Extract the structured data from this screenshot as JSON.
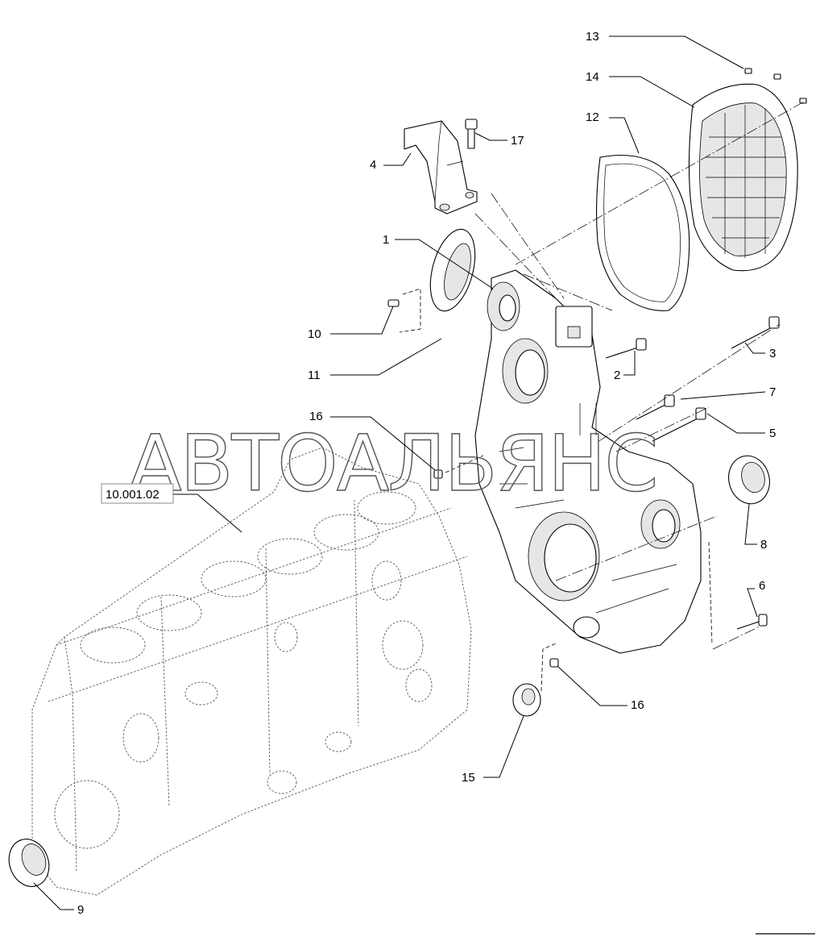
{
  "watermark": "АВТОАЛЬЯНС",
  "reference_label": "10.001.02",
  "callouts": {
    "c1": "1",
    "c2": "2",
    "c3": "3",
    "c4": "4",
    "c5": "5",
    "c6": "6",
    "c7": "7",
    "c8": "8",
    "c9": "9",
    "c10": "10",
    "c11": "11",
    "c12": "12",
    "c13": "13",
    "c14": "14",
    "c15": "15",
    "c16a": "16",
    "c16b": "16",
    "c17": "17"
  }
}
